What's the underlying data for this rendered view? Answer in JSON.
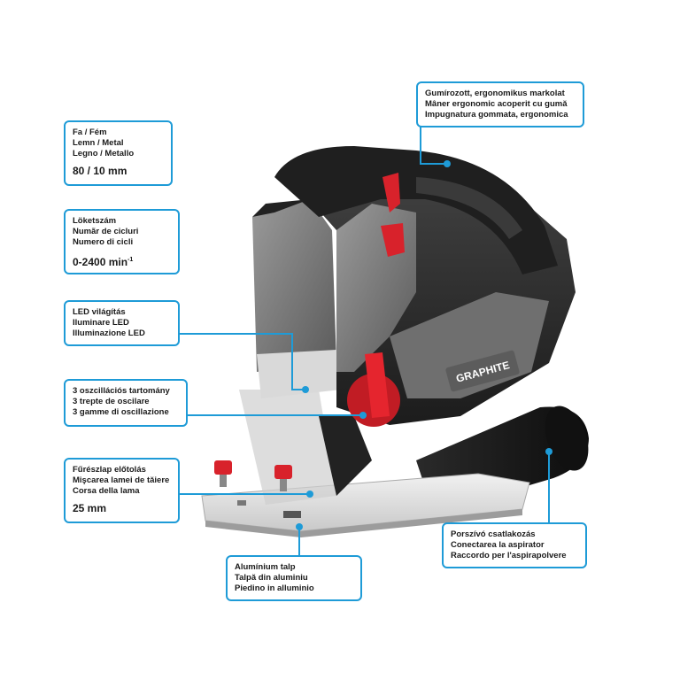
{
  "callouts": {
    "cutting": {
      "lines": [
        "Fa / Fém",
        "Lemn / Metal",
        "Legno / Metallo"
      ],
      "value": "80 / 10 mm"
    },
    "strokes": {
      "lines": [
        "Löketszám",
        "Numãr de cicluri",
        "Numero di cicli"
      ],
      "value": "0-2400 min",
      "value_sup": "-1"
    },
    "led": {
      "lines": [
        "LED világítás",
        "Iluminare LED",
        "Illuminazione LED"
      ]
    },
    "oscillation": {
      "lines": [
        "3 oszcillációs tartomány",
        "3 trepte de oscilare",
        "3 gamme di oscillazione"
      ]
    },
    "blade_feed": {
      "lines": [
        "Fűrészlap előtolás",
        "Mişcarea lamei de tăiere",
        "Corsa della lama"
      ],
      "value": "25 mm"
    },
    "handle": {
      "lines": [
        "Gumírozott, ergonomikus markolat",
        "Mâner ergonomic acoperit cu gumă",
        "Impugnatura gommata, ergonomica"
      ]
    },
    "vacuum": {
      "lines": [
        "Porszívó csatlakozás",
        "Conectarea la aspirator",
        "Raccordo per l'aspirapolvere"
      ]
    },
    "base": {
      "lines": [
        "Alumínium talp",
        "Talpă din aluminiu",
        "Piedino in alluminio"
      ]
    }
  },
  "brand": "GRAPHITE",
  "colors": {
    "accent": "#1e9bd7",
    "red": "#d8222b",
    "body_dark": "#2b2b2b",
    "body_grey": "#8d8d8d"
  }
}
